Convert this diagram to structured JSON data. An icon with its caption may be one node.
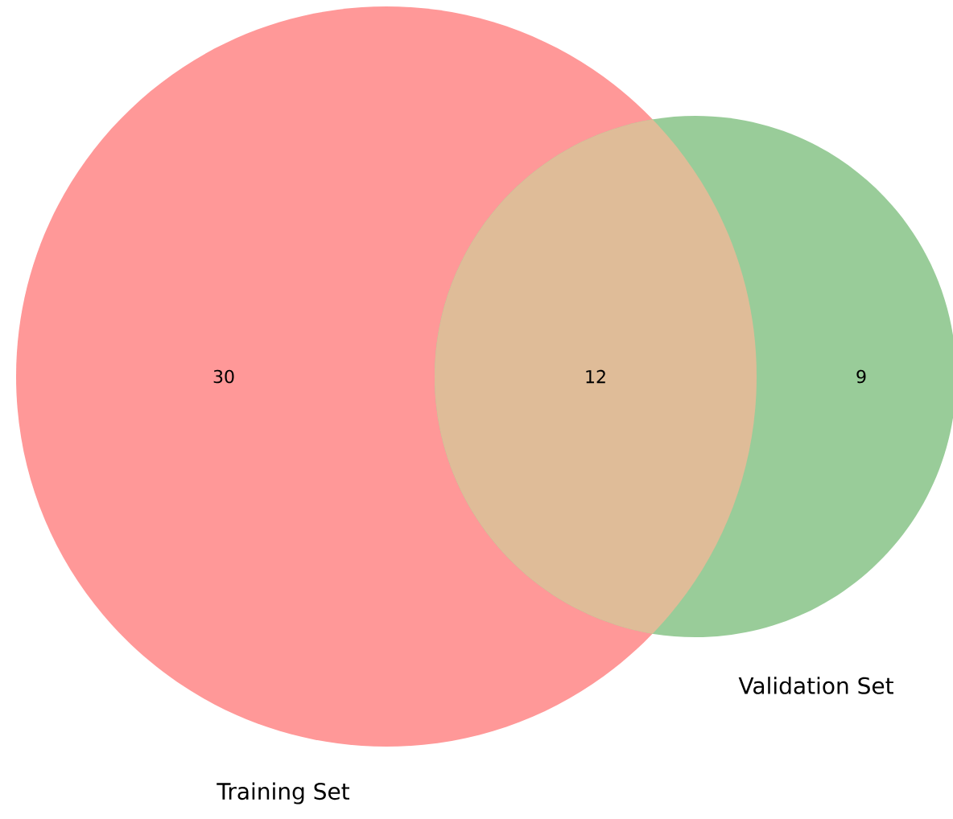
{
  "diagram": {
    "nodes": [
      {
        "text": [
          "30"
        ],
        "beside": [
          "Training Set"
        ]
      },
      {
        "text": [
          "9"
        ],
        "beside": [
          "Validation Set"
        ]
      }
    ],
    "labels": [
      "12"
    ]
  }
}
